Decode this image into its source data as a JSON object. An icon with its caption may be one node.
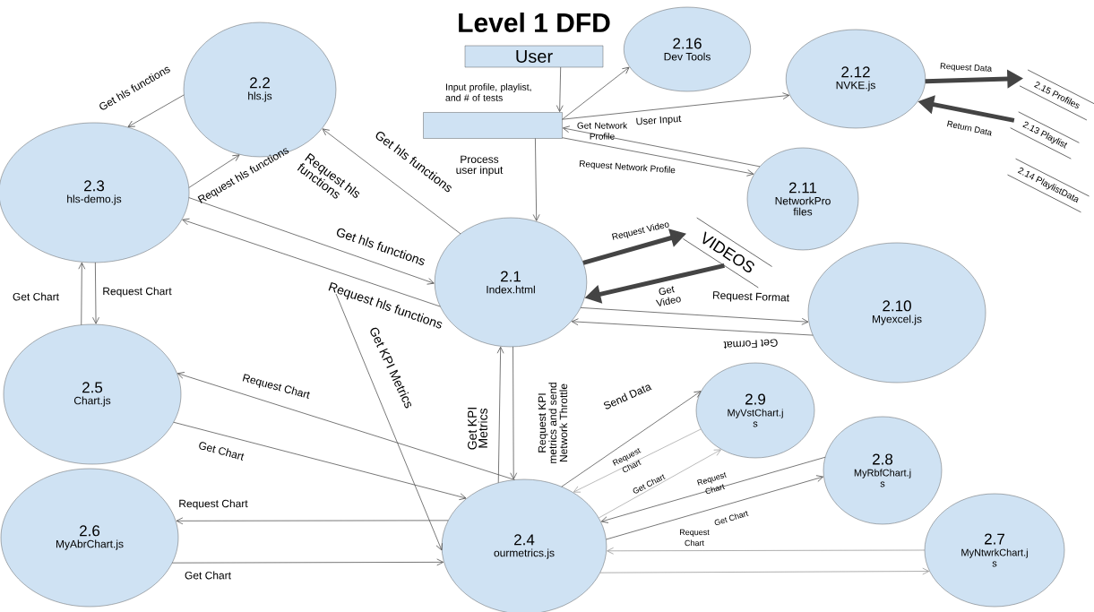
{
  "diagram": {
    "title": "Level 1 DFD",
    "nodes": [
      {
        "text": [
          "User"
        ]
      },
      {
        "text": [],
        "shape": "box"
      },
      {
        "text": [
          "2.16",
          "Dev Tools"
        ]
      },
      {
        "text": [
          "2.2",
          "hls.js"
        ]
      },
      {
        "text": [
          "2.12",
          "NVKE.js"
        ]
      },
      {
        "text": [
          "2.3",
          "hls-demo.js"
        ]
      },
      {
        "text": [
          "2.11",
          "NetworkPro files"
        ]
      },
      {
        "text": [
          "2.1",
          "Index.html"
        ]
      },
      {
        "text": [
          "VIDEOS"
        ]
      },
      {
        "text": [
          "2.15 Profiles"
        ]
      },
      {
        "text": [
          "2.13 Playlist"
        ]
      },
      {
        "text": [
          "2.14 PlaylistData"
        ]
      },
      {
        "text": [
          "2.10",
          "Myexcel.js"
        ]
      },
      {
        "text": [
          "2.5",
          "Chart.js"
        ]
      },
      {
        "text": [
          "2.9",
          "MyVstChart.j s"
        ]
      },
      {
        "text": [
          "2.8",
          "MyRbfChart.j s"
        ]
      },
      {
        "text": [
          "2.6",
          "MyAbrChart.js"
        ]
      },
      {
        "text": [
          "2.4",
          "ourmetrics.js"
        ]
      },
      {
        "text": [
          "2.7",
          "MyNtwrkChart.j s"
        ]
      }
    ],
    "edges": [
      {
        "from": 0,
        "to": 1,
        "arrow": "to",
        "label": "Input profile, playlist, and # of tests"
      },
      {
        "from": 1,
        "to": 2,
        "arrow": "to"
      },
      {
        "from": 1,
        "to": 4,
        "arrow": "to",
        "label": "User Input"
      },
      {
        "from": 1,
        "to": 7,
        "arrow": "to",
        "label": "Process user input"
      },
      {
        "from": 6,
        "to": 1,
        "arrow": "to",
        "label": "Get Network Profile"
      },
      {
        "from": 1,
        "to": 6,
        "arrow": "to",
        "label": "Request Network Profile"
      },
      {
        "from": 3,
        "to": 5,
        "arrow": "to",
        "label": "Get hls functions"
      },
      {
        "from": 5,
        "to": 3,
        "arrow": "to",
        "label": "Request hls functions"
      },
      {
        "from": 7,
        "to": 3,
        "arrow": "to",
        "label": "Get hls functions"
      },
      {
        "from": 5,
        "to": 7,
        "arrow": "to",
        "label": "Get hls functions"
      },
      {
        "from": 7,
        "to": 5,
        "arrow": "to",
        "label": "Request hls functions"
      },
      {
        "from": 5,
        "to": 13,
        "arrow": "to",
        "label": "Request Chart"
      },
      {
        "from": 13,
        "to": 5,
        "arrow": "to",
        "label": "Get Chart"
      },
      {
        "from": null,
        "to": 17,
        "arrow": "to",
        "label": "Get KPI Metrics"
      },
      {
        "from": 17,
        "to": 7,
        "arrow": "to",
        "label": "Get KPI Metrics"
      },
      {
        "from": 7,
        "to": 17,
        "arrow": "to",
        "label": "Request KPI metrics and send Network Throttle"
      },
      {
        "from": 7,
        "to": 8,
        "arrow": "to",
        "label": "Request Video",
        "style": "thick"
      },
      {
        "from": 8,
        "to": 7,
        "arrow": "to",
        "label": "Get Video",
        "style": "thick"
      },
      {
        "from": 7,
        "to": 12,
        "arrow": "to",
        "label": "Request Format"
      },
      {
        "from": 12,
        "to": 7,
        "arrow": "to",
        "label": "Get Format"
      },
      {
        "from": 4,
        "to": 9,
        "arrow": "to",
        "label": "Request Data",
        "style": "thick"
      },
      {
        "from": 10,
        "to": 4,
        "arrow": "to",
        "label": "Return Data",
        "style": "thick"
      },
      {
        "from": 17,
        "to": 13,
        "arrow": "to",
        "label": "Request Chart"
      },
      {
        "from": 13,
        "to": 17,
        "arrow": "to",
        "label": "Get Chart"
      },
      {
        "from": 17,
        "to": 16,
        "arrow": "to",
        "label": "Request Chart"
      },
      {
        "from": 16,
        "to": 17,
        "arrow": "to",
        "label": "Get Chart"
      },
      {
        "from": 17,
        "to": 14,
        "arrow": "to",
        "label": "Send Data"
      },
      {
        "from": 14,
        "to": 17,
        "arrow": "to",
        "label": "Request Chart",
        "color": "#aaaaaa"
      },
      {
        "from": 17,
        "to": 14,
        "arrow": "to",
        "label": "Get Chart",
        "color": "#aaaaaa"
      },
      {
        "from": 15,
        "to": 17,
        "arrow": "to",
        "label": "Request Chart"
      },
      {
        "from": 17,
        "to": 15,
        "arrow": "to",
        "label": "Get Chart"
      },
      {
        "from": 18,
        "to": 17,
        "arrow": "to",
        "label": "Request Chart",
        "color": "#999999"
      },
      {
        "from": 17,
        "to": 18,
        "arrow": "to",
        "color": "#999999"
      }
    ],
    "labels": [
      "Request hls functions"
    ]
  }
}
